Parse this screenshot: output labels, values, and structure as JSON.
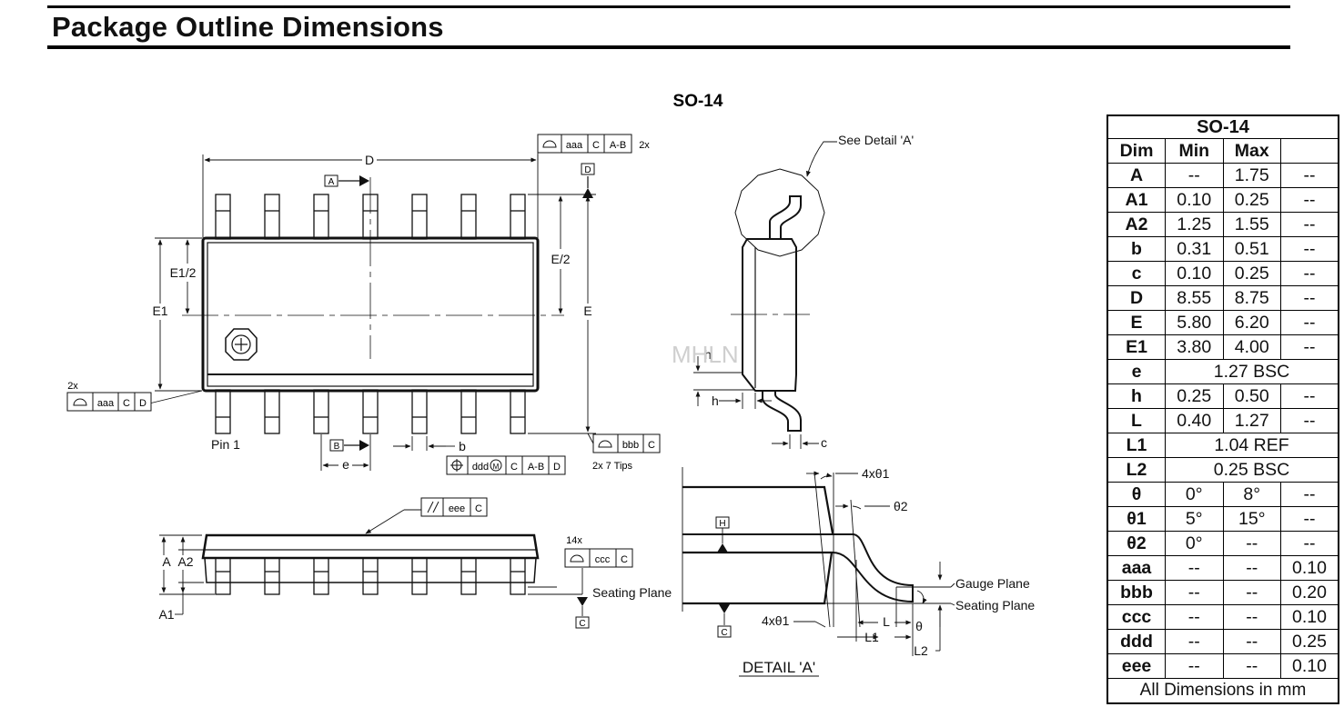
{
  "page": {
    "title": "Package Outline Dimensions"
  },
  "drawing": {
    "package_name": "SO-14",
    "watermark": "MHLN",
    "labels": {
      "see_detail": "See Detail 'A'",
      "detail_title": "DETAIL 'A'",
      "pin1": "Pin 1",
      "D": "D",
      "E": "E",
      "E1": "E1",
      "E1_half": "E1/2",
      "E_half": "E/2",
      "e": "e",
      "b": "b",
      "h": "h",
      "c": "c",
      "A": "A",
      "A1": "A1",
      "A2": "A2",
      "L": "L",
      "L1": "L1",
      "L2": "L2",
      "theta": "θ",
      "theta1": "4xθ1",
      "theta2": "θ2",
      "gauge_plane": "Gauge Plane",
      "seating_plane": "Seating Plane",
      "datum_A": "A",
      "datum_B": "B",
      "datum_C": "C",
      "datum_D": "D",
      "datum_H": "H",
      "count_2x": "2x",
      "count_14x": "14x",
      "tips": "2x 7 Tips"
    },
    "fcf": {
      "top_right": [
        "aaa",
        "C",
        "A-B"
      ],
      "left": [
        "aaa",
        "C",
        "D"
      ],
      "bottom_right": [
        "bbb",
        "C"
      ],
      "position": [
        "ddd",
        "C",
        "A-B",
        "D"
      ],
      "parallel": [
        "eee",
        "C"
      ],
      "coplanar": [
        "ccc",
        "C"
      ]
    }
  },
  "table": {
    "title": "SO-14",
    "headers": [
      "Dim",
      "Min",
      "Max",
      ""
    ],
    "rows": [
      {
        "dim": "A",
        "min": "--",
        "max": "1.75",
        "extra": "--"
      },
      {
        "dim": "A1",
        "min": "0.10",
        "max": "0.25",
        "extra": "--"
      },
      {
        "dim": "A2",
        "min": "1.25",
        "max": "1.55",
        "extra": "--"
      },
      {
        "dim": "b",
        "min": "0.31",
        "max": "0.51",
        "extra": "--"
      },
      {
        "dim": "c",
        "min": "0.10",
        "max": "0.25",
        "extra": "--"
      },
      {
        "dim": "D",
        "min": "8.55",
        "max": "8.75",
        "extra": "--"
      },
      {
        "dim": "E",
        "min": "5.80",
        "max": "6.20",
        "extra": "--"
      },
      {
        "dim": "E1",
        "min": "3.80",
        "max": "4.00",
        "extra": "--"
      },
      {
        "dim": "e",
        "span": "1.27 BSC"
      },
      {
        "dim": "h",
        "min": "0.25",
        "max": "0.50",
        "extra": "--"
      },
      {
        "dim": "L",
        "min": "0.40",
        "max": "1.27",
        "extra": "--"
      },
      {
        "dim": "L1",
        "span": "1.04 REF"
      },
      {
        "dim": "L2",
        "span": "0.25 BSC"
      },
      {
        "dim": "θ",
        "min": "0°",
        "max": "8°",
        "extra": "--"
      },
      {
        "dim": "θ1",
        "min": "5°",
        "max": "15°",
        "extra": "--"
      },
      {
        "dim": "θ2",
        "min": "0°",
        "max": "--",
        "extra": "--"
      },
      {
        "dim": "aaa",
        "min": "--",
        "max": "--",
        "extra": "0.10"
      },
      {
        "dim": "bbb",
        "min": "--",
        "max": "--",
        "extra": "0.20"
      },
      {
        "dim": "ccc",
        "min": "--",
        "max": "--",
        "extra": "0.10"
      },
      {
        "dim": "ddd",
        "min": "--",
        "max": "--",
        "extra": "0.25"
      },
      {
        "dim": "eee",
        "min": "--",
        "max": "--",
        "extra": "0.10"
      }
    ],
    "footer": "All Dimensions in mm"
  }
}
